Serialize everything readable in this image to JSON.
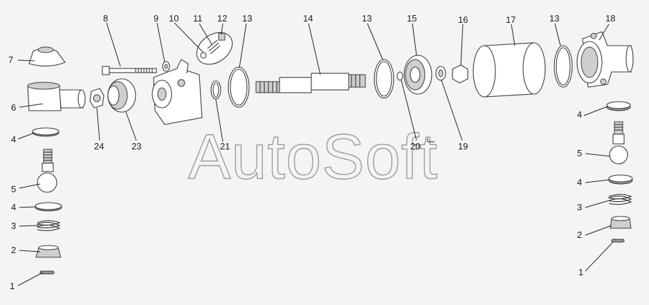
{
  "watermark": "AutoSoft",
  "callouts": {
    "c1_left": "1",
    "c1_right": "1",
    "c2_left": "2",
    "c2_right": "2",
    "c3_left": "3",
    "c3_right": "3",
    "c4_left_top": "4",
    "c4_left_bottom": "4",
    "c4_right_top": "4",
    "c4_right_bottom": "4",
    "c5_left": "5",
    "c5_right": "5",
    "c6": "6",
    "c7": "7",
    "c8": "8",
    "c9": "9",
    "c10": "10",
    "c11": "11",
    "c12": "12",
    "c13_a": "13",
    "c13_b": "13",
    "c13_c": "13",
    "c14": "14",
    "c15": "15",
    "c16": "16",
    "c17": "17",
    "c18": "18",
    "c19": "19",
    "c20": "20",
    "c21": "21",
    "c23": "23",
    "c24": "24"
  }
}
